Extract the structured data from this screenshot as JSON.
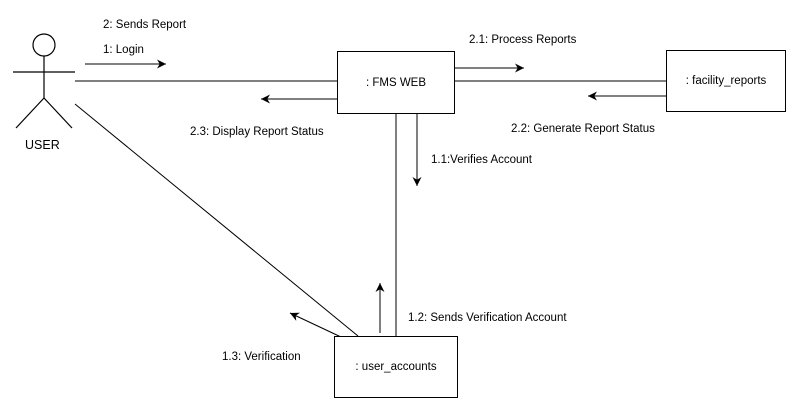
{
  "actor": {
    "name": "USER"
  },
  "objects": {
    "fms_web": ": FMS WEB",
    "facility_reports": ": facility_reports",
    "user_accounts": ": user_accounts"
  },
  "messages": {
    "login": "1: Login",
    "sends_report": "2: Sends Report",
    "verifies_account": "1.1:Verifies Account",
    "sends_verification": "1.2: Sends Verification Account",
    "verification": "1.3: Verification",
    "process_reports": "2.1: Process Reports",
    "generate_status": "2.2: Generate Report Status",
    "display_status": "2.3: Display Report Status"
  }
}
